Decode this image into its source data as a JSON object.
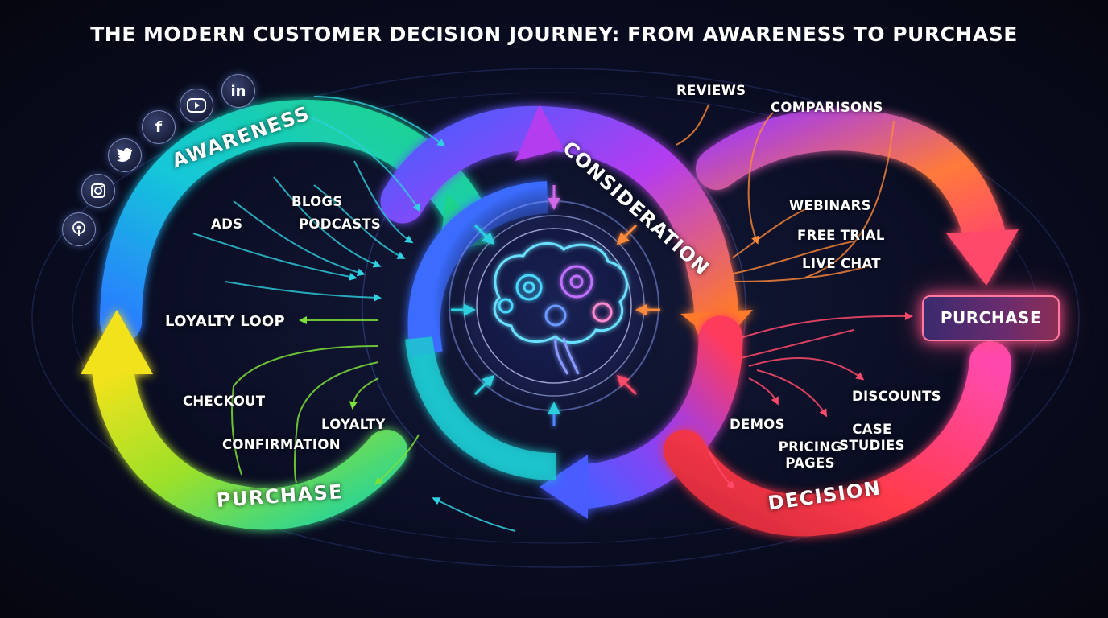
{
  "title": "THE MODERN CUSTOMER DECISION JOURNEY: FROM AWARENESS TO PURCHASE",
  "stages": {
    "awareness": "AWARENESS",
    "consideration": "CONSIDERATION",
    "decision": "DECISION",
    "purchase": "PURCHASE"
  },
  "awareness_channels": [
    "ADS",
    "BLOGS",
    "PODCASTS"
  ],
  "consideration_channels": [
    "REVIEWS",
    "COMPARISONS",
    "WEBINARS",
    "FREE TRIAL",
    "LIVE CHAT"
  ],
  "decision_channels": [
    "DEMOS",
    "PRICING PAGES",
    "DISCOUNTS",
    "CASE STUDIES"
  ],
  "purchase_channels": [
    "CHECKOUT",
    "CONFIRMATION",
    "LOYALTY"
  ],
  "loyalty_loop": "LOYALTY LOOP",
  "purchase_box": "PURCHASE",
  "social_icons": [
    "podcast-icon",
    "instagram-icon",
    "twitter-icon",
    "facebook-icon",
    "youtube-icon",
    "linkedin-icon"
  ],
  "social_glyphs": [
    "",
    "",
    "",
    "f",
    "",
    "in"
  ],
  "colors": {
    "awareness": "#14c8e0",
    "consideration": "#d640e8",
    "decision": "#ff3b5c",
    "purchase": "#9be02a",
    "yellow": "#f2e21c",
    "orange": "#ff8a2a",
    "blue": "#3a6cff",
    "violet": "#7b46ff"
  }
}
